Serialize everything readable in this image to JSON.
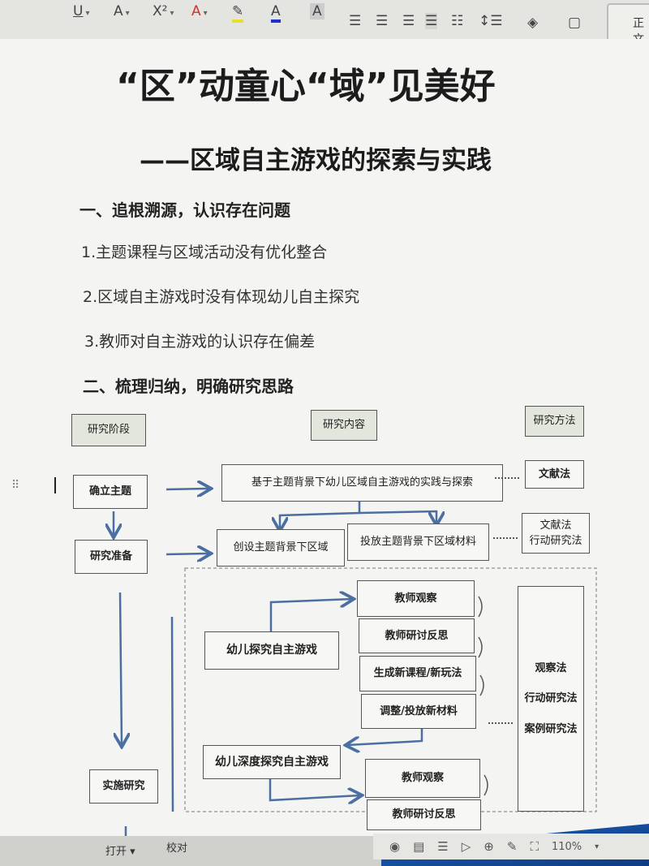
{
  "toolbar": {
    "items": [
      "U",
      "A",
      "X²",
      "A",
      "✎",
      "A",
      "A"
    ],
    "style_label": "正文",
    "align_icons": [
      "align-left",
      "align-center",
      "align-right",
      "justify",
      "distributed",
      "line-spacing",
      "shading",
      "border"
    ]
  },
  "document": {
    "title": "“区”动童心“域”见美好",
    "subtitle": "——区域自主游戏的探索与实践",
    "section1": "一、追根溯源，认识存在问题",
    "items": [
      "1.主题课程与区域活动没有优化整合",
      "2.区域自主游戏时没有体现幼儿自主探究",
      "3.教师对自主游戏的认识存在偏差"
    ],
    "section2": "二、梳理归纳，明确研究思路"
  },
  "flowchart": {
    "headers": {
      "stage": "研究阶段",
      "content": "研究内容",
      "method": "研究方法"
    },
    "stages": [
      "确立主题",
      "研究准备",
      "实施研究"
    ],
    "content": {
      "topic": "基于主题背景下幼儿区域自主游戏的实践与探索",
      "create": "创设主题背景下区域",
      "supply": "投放主题背景下区域材料",
      "explore": "幼儿探究自主游戏",
      "deep": "幼儿深度探究自主游戏",
      "cycle1": [
        "教师观察",
        "教师研讨反思",
        "生成新课程/新玩法",
        "调整/投放新材料"
      ],
      "cycle2": [
        "教师观察",
        "教师研讨反思"
      ]
    },
    "methods": {
      "m1": "文献法",
      "m2a": "文献法",
      "m2b": "行动研究法",
      "m3": [
        "观察法",
        "行动研究法",
        "案例研究法"
      ]
    }
  },
  "statusbar": {
    "zoom": "110%",
    "zoom_icon": "chevron-down",
    "icons": [
      "eye",
      "page",
      "outline",
      "play",
      "globe",
      "pen",
      "fit"
    ]
  },
  "taskbar": {
    "open": "打开",
    "proof": "校对"
  },
  "colors": {
    "arrow": "#4a6fa0"
  }
}
